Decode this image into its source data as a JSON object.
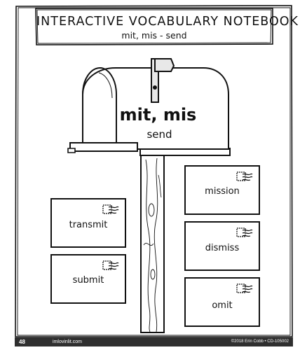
{
  "header": {
    "title": "INTERACTIVE VOCABULARY NOTEBOOK",
    "subtitle": "mit, mis - send"
  },
  "mailbox": {
    "root": "mit, mis",
    "meaning": "send"
  },
  "envelopes": [
    {
      "word": "transmit"
    },
    {
      "word": "submit"
    },
    {
      "word": "mission"
    },
    {
      "word": "dismiss"
    },
    {
      "word": "omit"
    }
  ],
  "footer": {
    "page_number": "48",
    "url": "imlovinlit.com",
    "copyright": "©2018 Erin Cobb • CD-105002"
  },
  "icons": [
    "stamp-icon",
    "mailbox-flag-icon",
    "wood-post-icon"
  ]
}
